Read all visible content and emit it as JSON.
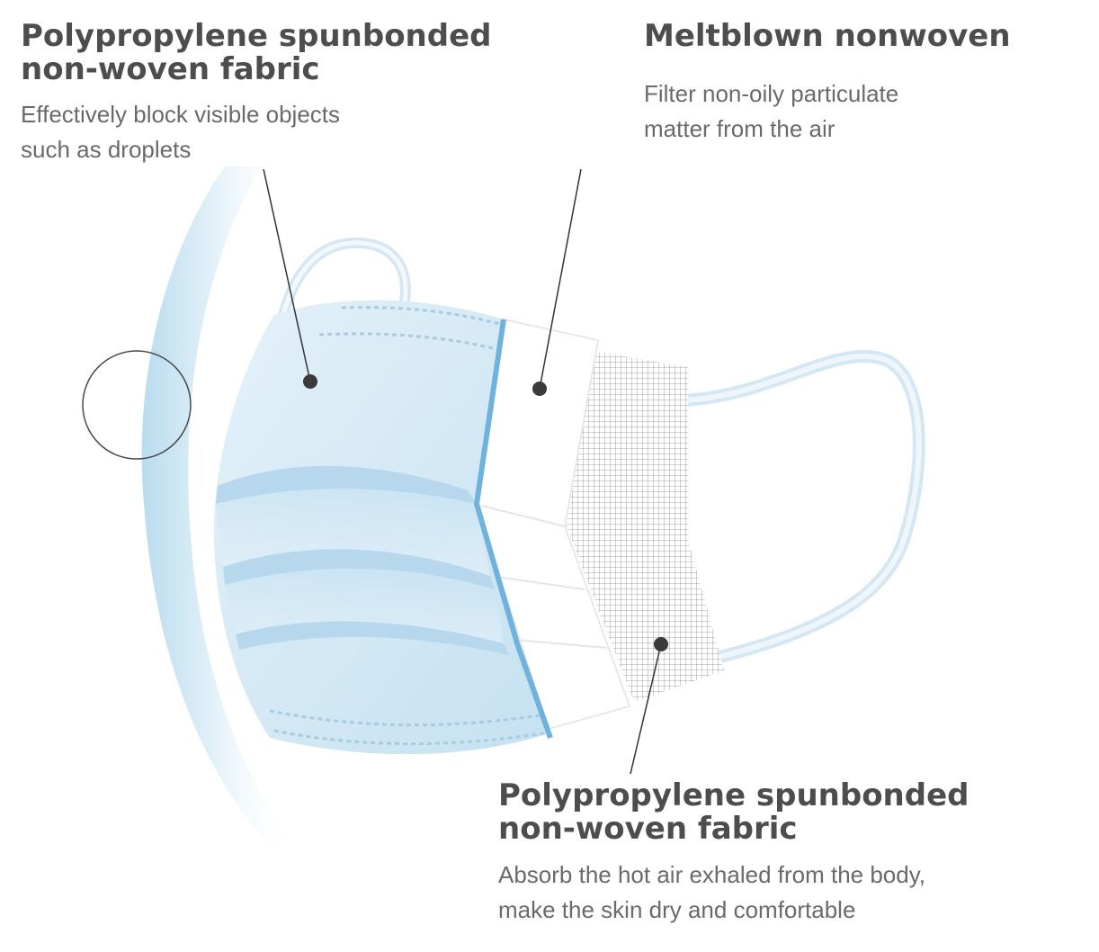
{
  "callouts": {
    "outer_layer": {
      "title_line1": "Polypropylene spunbonded",
      "title_line2": "non-woven fabric",
      "description": "Effectively block visible objects\nsuch as droplets"
    },
    "middle_layer": {
      "title": "Meltblown nonwoven",
      "description": "Filter non-oily particulate\nmatter from the air"
    },
    "inner_layer": {
      "title_line1": "Polypropylene spunbonded",
      "title_line2": "non-woven fabric",
      "description": "Absorb the hot air exhaled from the body,\nmake the skin dry and comfortable"
    }
  },
  "colors": {
    "mask_blue": "#cfe6f3",
    "mask_blue_shade": "#a9d0e8",
    "edge_blue": "#6fb3dc",
    "earloop": "#d4e7f3",
    "leader_line": "#333333",
    "dot": "#3a3a3a"
  }
}
